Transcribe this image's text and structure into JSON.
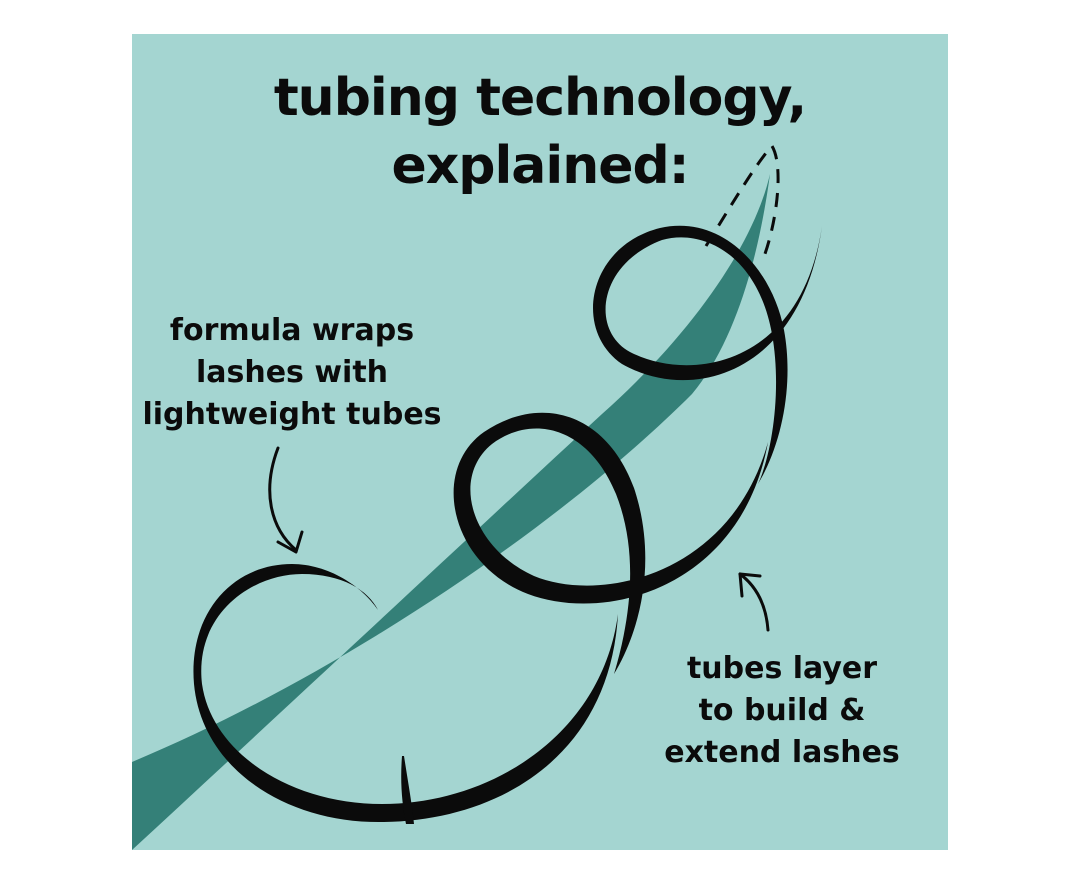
{
  "title": {
    "line1": "tubing technology,",
    "line2": "explained:"
  },
  "captions": {
    "left": {
      "line1": "formula wraps",
      "line2": "lashes with",
      "line3": "lightweight tubes"
    },
    "right": {
      "line1": "tubes layer",
      "line2": "to build &",
      "line3": "extend lashes"
    }
  },
  "colors": {
    "background": "#a4d5d1",
    "lash": "#348078",
    "tube": "#0b0b0b",
    "text": "#0b0b0b"
  },
  "icons": [
    "lash-strand",
    "tube-coil",
    "curved-arrow"
  ]
}
